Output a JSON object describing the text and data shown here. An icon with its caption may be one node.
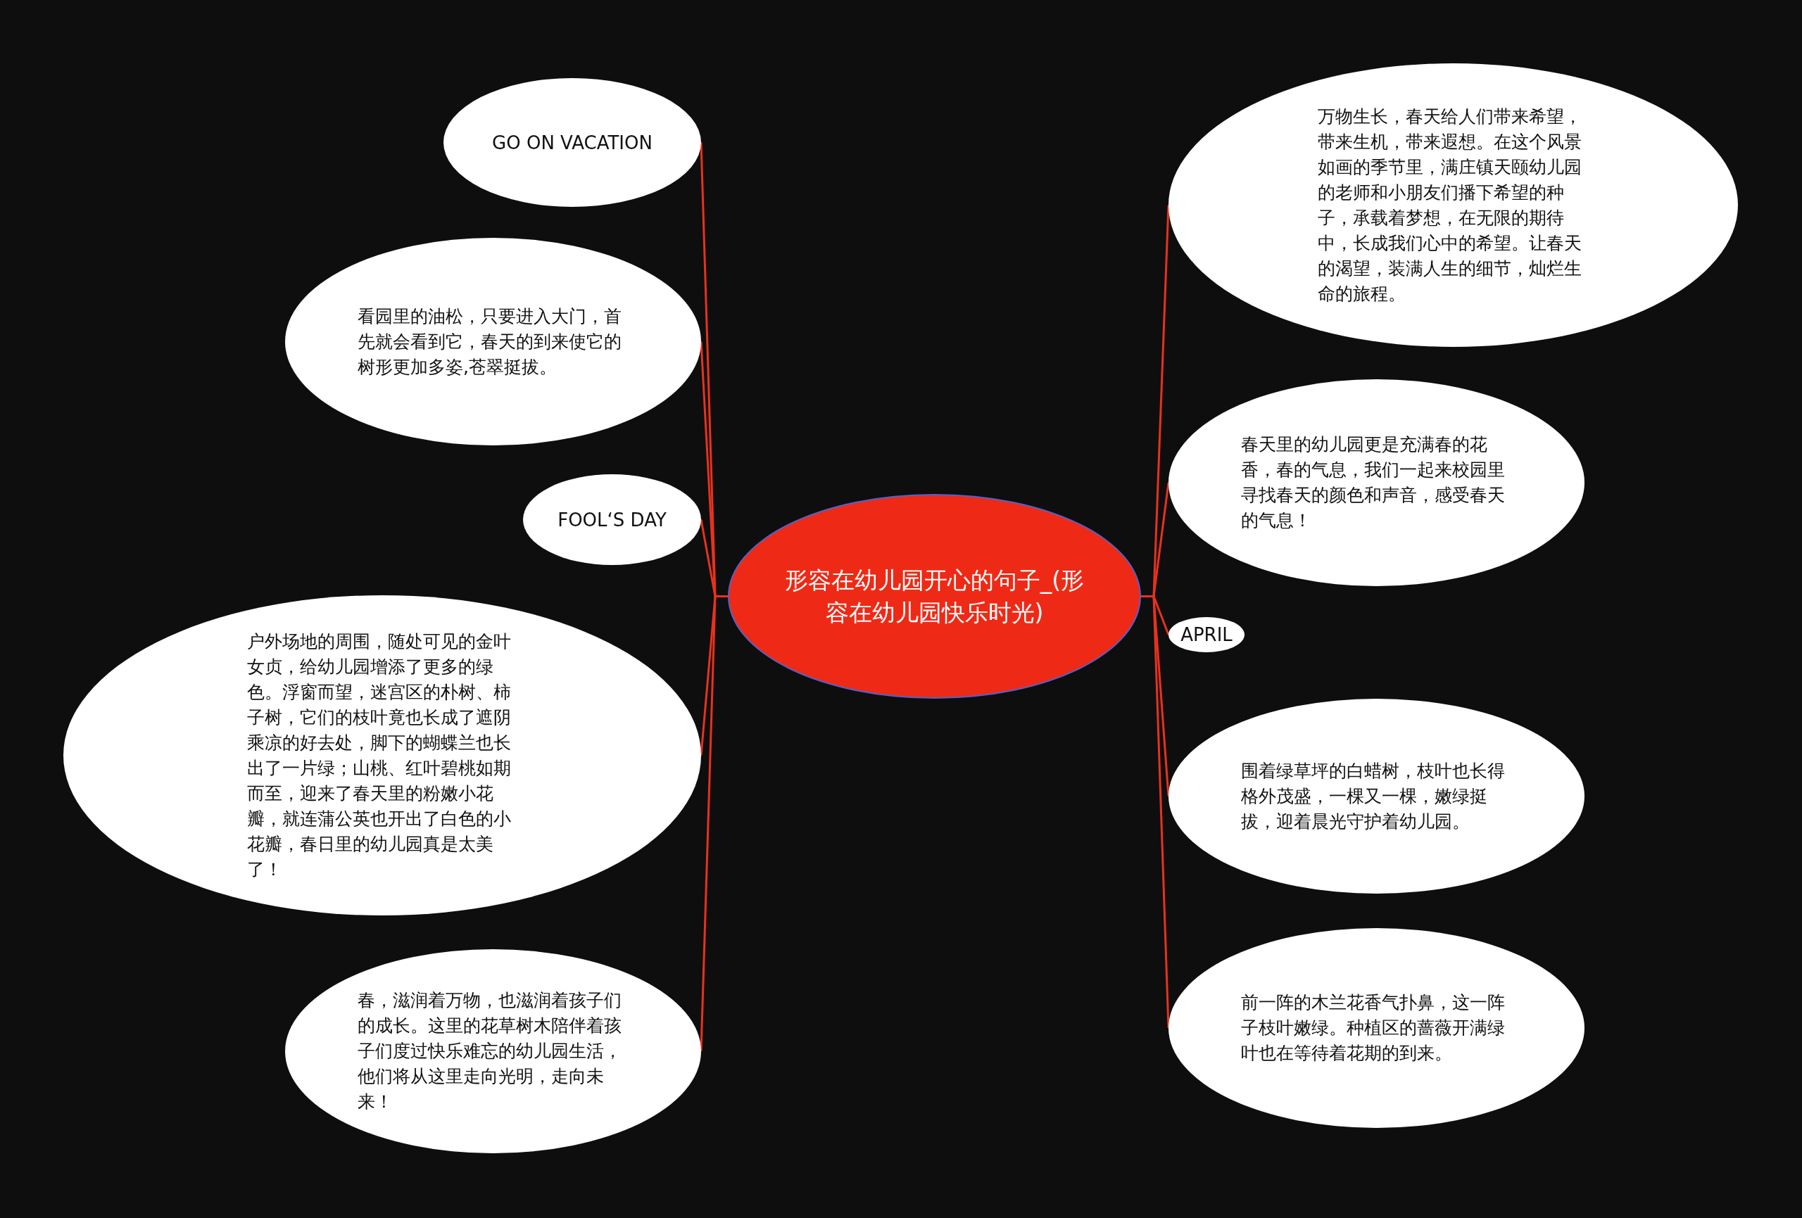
{
  "diagram": {
    "nodes": [
      {
        "text": [
          "形容在幼儿园开心的句子_(形容在幼儿园快乐时光)"
        ]
      },
      {
        "text": [
          "GO ON VACATION"
        ]
      },
      {
        "text": [
          "看园里的油松，只要进入大门，首先就会看到它，春天的到来使它的树形更加多姿,苍翠挺拔。"
        ]
      },
      {
        "text": [
          "FOOL‘S DAY"
        ]
      },
      {
        "text": [
          "户外场地的周围，随处可见的金叶女贞，给幼儿园增添了更多的绿色。浮窗而望，迷宫区的朴树、柿子树，它们的枝叶竟也长成了遮阴乘凉的好去处，脚下的蝴蝶兰也长出了一片绿；山桃、红叶碧桃如期而至，迎来了春天里的粉嫩小花瓣，就连蒲公英也开出了白色的小花瓣，春日里的幼儿园真是太美了！"
        ]
      },
      {
        "text": [
          "春，滋润着万物，也滋润着孩子们的成长。这里的花草树木陪伴着孩子们度过快乐难忘的幼儿园生活，他们将从这里走向光明，走向未来！"
        ]
      },
      {
        "text": [
          "万物生长，春天给人们带来希望，带来生机，带来遐想。在这个风景如画的季节里，满庄镇天颐幼儿园的老师和小朋友们播下希望的种子，承载着梦想，在无限的期待中，长成我们心中的希望。让春天的渴望，装满人生的细节，灿烂生命的旅程。"
        ]
      },
      {
        "text": [
          "春天里的幼儿园更是充满春的花香，春的气息，我们一起来校园里寻找春天的颜色和声音，感受春天的气息！"
        ]
      },
      {
        "text": [
          "APRIL"
        ]
      },
      {
        "text": [
          "围着绿草坪的白蜡树，枝叶也长得格外茂盛，一棵又一棵，嫩绿挺拔，迎着晨光守护着幼儿园。"
        ]
      },
      {
        "text": [
          "前一阵的木兰花香气扑鼻，这一阵子枝叶嫩绿。种植区的蔷薇开满绿叶也在等待着花期的到来。"
        ]
      }
    ],
    "edges": [
      {
        "from": 0,
        "to": 1,
        "arrow": "none"
      },
      {
        "from": 0,
        "to": 2,
        "arrow": "none"
      },
      {
        "from": 0,
        "to": 3,
        "arrow": "none"
      },
      {
        "from": 0,
        "to": 4,
        "arrow": "none"
      },
      {
        "from": 0,
        "to": 5,
        "arrow": "none"
      },
      {
        "from": 0,
        "to": 6,
        "arrow": "none"
      },
      {
        "from": 0,
        "to": 7,
        "arrow": "none"
      },
      {
        "from": 0,
        "to": 8,
        "arrow": "none"
      },
      {
        "from": 0,
        "to": 9,
        "arrow": "none"
      },
      {
        "from": 0,
        "to": 10,
        "arrow": "none"
      }
    ]
  }
}
